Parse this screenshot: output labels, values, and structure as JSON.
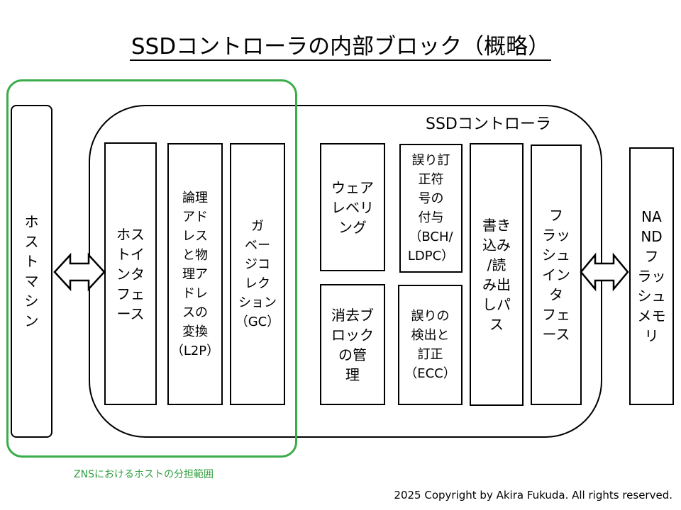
{
  "title": "SSDコントローラの内部ブロック（概略）",
  "controller_label": "SSDコントローラ",
  "zns_caption": "ZNSにおけるホストの分担範囲",
  "copyright": "2025 Copyright by Akira Fukuda. All rights reserved.",
  "blocks": {
    "host_machine": "ホ\nス\nト\nマ\nシ\nン",
    "host_interface": "ホス\nトイ\nンタ\nフェ\nース",
    "l2p": "論理\nアド\nレス\nと物\n理ア\nドレ\nスの\n変換\n（L2P）",
    "gc": "ガ\nベー\nジコ\nレク\nション\n（GC）",
    "wear_leveling": "ウェア\nレベリ\nング",
    "erase_block_mgmt": "消去ブ\nロック\nの管\n理",
    "ecc_encode": "誤り訂\n正符\n号の\n付与\n（BCH/\nLDPC）",
    "ecc_detect": "誤りの\n検出と\n訂正\n（ECC）",
    "rw_path": "書き\n込み\n/読\nみ出\nしパ\nス",
    "flash_interface": "フ\nラッ\nシュ\nイン\nタ\nフェ\nース",
    "nand": "NA\nND\nフ\nラッ\nシュ\nメモ\nリ"
  },
  "colors": {
    "zns_frame": "#3aac4a",
    "zns_text": "#2e9e3e",
    "stroke": "#000000"
  }
}
